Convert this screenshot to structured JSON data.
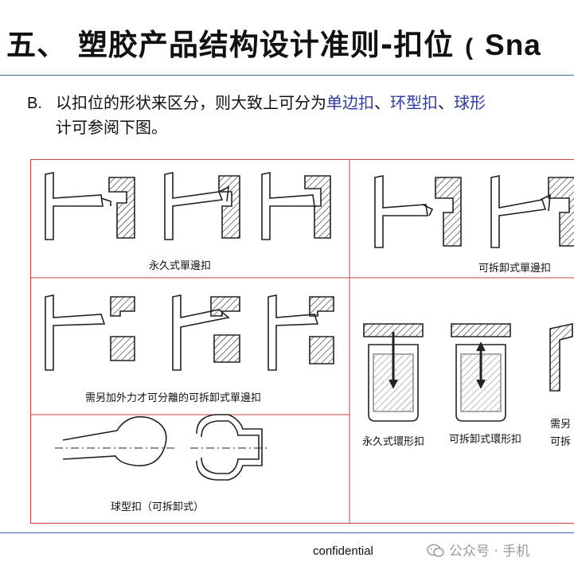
{
  "header": {
    "title_main": "五、 塑胶产品结构设计准则-扣位",
    "title_paren": "(",
    "title_en": "Sna"
  },
  "bullet": {
    "marker": "B.",
    "text_before": "以扣位的形状来区分，则大致上可分为",
    "hl_1": "单边扣",
    "sep_1": "、",
    "hl_2": "环型扣",
    "sep_2": "、",
    "hl_3": "球形",
    "line2": "计可参阅下图。"
  },
  "figure": {
    "captions": {
      "permanent_single": "永久式單邊扣",
      "removable_single": "可拆卸式單邊扣",
      "force_single": "需另加外力才可分離的可拆卸式單邊扣",
      "permanent_ring": "永久式環形扣",
      "removable_ring": "可拆卸式環形扣",
      "ball": "球型扣（可拆卸式）",
      "cut_1": "需另",
      "cut_2": "可拆"
    },
    "border_color": "#c94040"
  },
  "footer": {
    "text": "confidential",
    "watermark": "公众号 · 手机"
  },
  "colors": {
    "rule": "#3b6a9c",
    "highlight": "#2b3aa6"
  }
}
